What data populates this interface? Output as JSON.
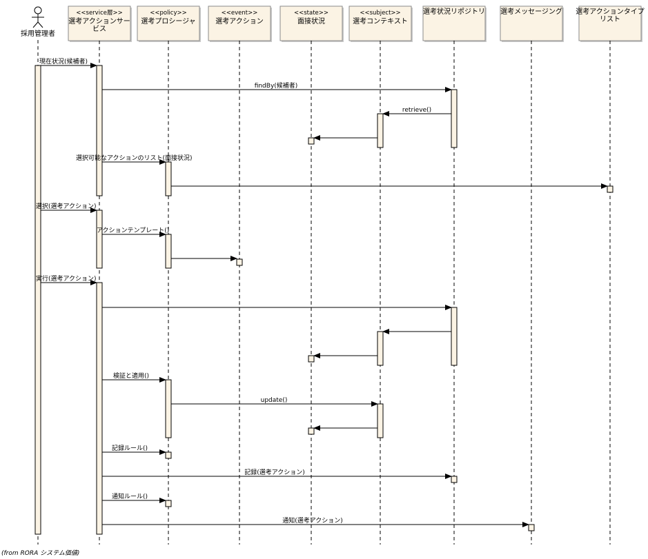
{
  "actor": {
    "name": "採用管理者"
  },
  "lifelines": [
    {
      "stereotype": "<<service層>>",
      "name": [
        "選考アクションサー",
        "ビス"
      ]
    },
    {
      "stereotype": "<<policy>>",
      "name": [
        "選考プロシージャ"
      ]
    },
    {
      "stereotype": "<<event>>",
      "name": [
        "選考アクション"
      ]
    },
    {
      "stereotype": "<<state>>",
      "name": [
        "面接状況"
      ]
    },
    {
      "stereotype": "<<subject>>",
      "name": [
        "選考コンテキスト"
      ]
    },
    {
      "stereotype": "",
      "name": [
        "選考状況リポジトリ"
      ]
    },
    {
      "stereotype": "",
      "name": [
        "選考メッセージング"
      ]
    },
    {
      "stereotype": "",
      "name": [
        "選考アクションタイプ",
        "リスト"
      ]
    }
  ],
  "messages": [
    "現在状況(候補者)",
    "findBy(候補者)",
    "retrieve()",
    "",
    "選択可能なアクションのリスト(面接状況)",
    "",
    "選択(選考アクション)",
    "アクションテンプレート()",
    "",
    "実行(選考アクション)",
    "",
    "",
    "",
    "検証と適用()",
    "update()",
    "",
    "記録ルール()",
    "記録(選考アクション)",
    "通知ルール()",
    "通知(選考アクション)"
  ],
  "footer": "(from RORA システム価値)",
  "colors": {
    "box_fill": "#fbf3e4",
    "box_stroke": "#8a8a8a",
    "line": "#000000"
  }
}
